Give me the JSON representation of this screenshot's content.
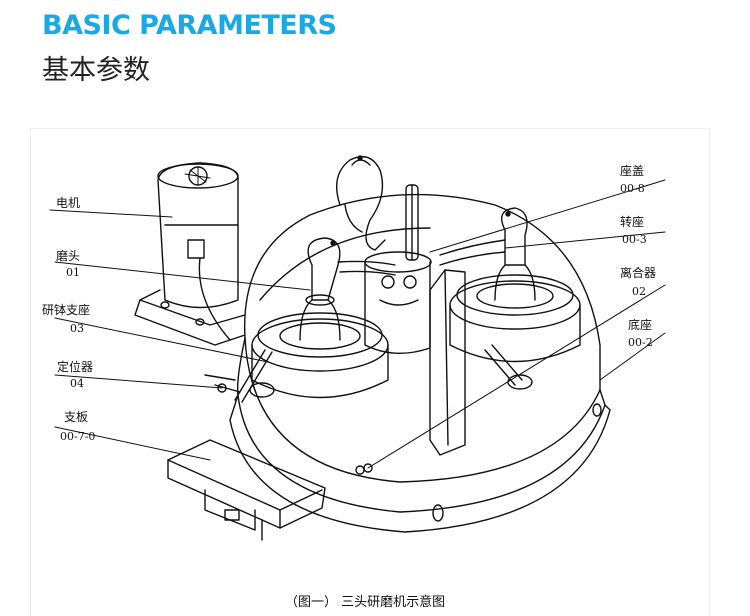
{
  "header": {
    "title_en": "BASIC PARAMETERS",
    "title_cn": "基本参数"
  },
  "diagram": {
    "labels_left": [
      {
        "name": "电机",
        "code": ""
      },
      {
        "name": "磨头",
        "code": "01"
      },
      {
        "name": "研钵支座",
        "code": "03"
      },
      {
        "name": "定位器",
        "code": "04"
      },
      {
        "name": "支板",
        "code": "00-7-0"
      }
    ],
    "labels_right": [
      {
        "name": "座盖",
        "code": "00-8"
      },
      {
        "name": "转座",
        "code": "00-3"
      },
      {
        "name": "离合器",
        "code": "02"
      },
      {
        "name": "底座",
        "code": "00-2"
      }
    ],
    "caption": "（图一） 三头研磨机示意图"
  }
}
